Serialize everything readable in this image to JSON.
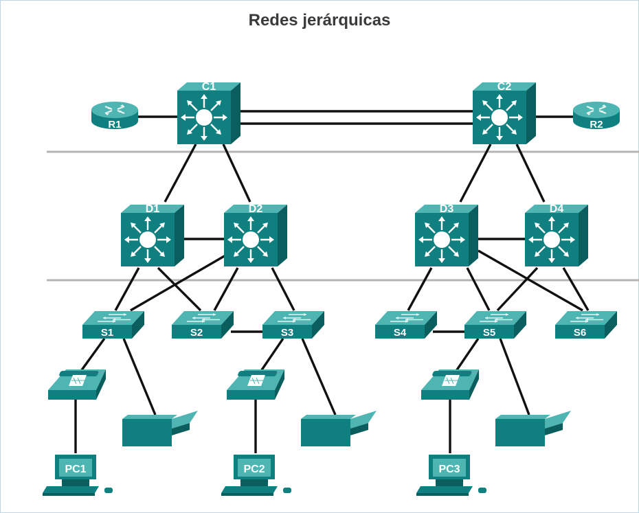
{
  "title": "Redes jerárquicas",
  "colors": {
    "device_front": "#0f7f7f",
    "device_top": "#4fb5b2",
    "device_side": "#0a5e5e",
    "link": "#111111",
    "layer_divider": "#b4b4b4"
  },
  "nodes": {
    "routers": [
      {
        "id": "R1",
        "label": "R1"
      },
      {
        "id": "R2",
        "label": "R2"
      }
    ],
    "core": [
      {
        "id": "C1",
        "label": "C1"
      },
      {
        "id": "C2",
        "label": "C2"
      }
    ],
    "distribution": [
      {
        "id": "D1",
        "label": "D1"
      },
      {
        "id": "D2",
        "label": "D2"
      },
      {
        "id": "D3",
        "label": "D3"
      },
      {
        "id": "D4",
        "label": "D4"
      }
    ],
    "access": [
      {
        "id": "S1",
        "label": "S1"
      },
      {
        "id": "S2",
        "label": "S2"
      },
      {
        "id": "S3",
        "label": "S3"
      },
      {
        "id": "S4",
        "label": "S4"
      },
      {
        "id": "S5",
        "label": "S5"
      },
      {
        "id": "S6",
        "label": "S6"
      }
    ],
    "phones": [
      {
        "id": "phone1",
        "icon": "ip-phone-icon"
      },
      {
        "id": "phone2",
        "icon": "ip-phone-icon"
      },
      {
        "id": "phone3",
        "icon": "ip-phone-icon"
      }
    ],
    "printers": [
      {
        "id": "printer1",
        "icon": "printer-icon"
      },
      {
        "id": "printer2",
        "icon": "printer-icon"
      },
      {
        "id": "printer3",
        "icon": "printer-icon"
      }
    ],
    "pcs": [
      {
        "id": "PC1",
        "label": "PC1"
      },
      {
        "id": "PC2",
        "label": "PC2"
      },
      {
        "id": "PC3",
        "label": "PC3"
      }
    ]
  },
  "links": [
    [
      "R1",
      "C1"
    ],
    [
      "C1",
      "C2"
    ],
    [
      "C1",
      "C2"
    ],
    [
      "C2",
      "R2"
    ],
    [
      "C1",
      "D1"
    ],
    [
      "C1",
      "D2"
    ],
    [
      "C2",
      "D3"
    ],
    [
      "C2",
      "D4"
    ],
    [
      "D1",
      "D2"
    ],
    [
      "D3",
      "D4"
    ],
    [
      "D1",
      "S1"
    ],
    [
      "D1",
      "S2"
    ],
    [
      "D2",
      "S1"
    ],
    [
      "D2",
      "S2"
    ],
    [
      "D2",
      "S3"
    ],
    [
      "D3",
      "S4"
    ],
    [
      "D3",
      "S5"
    ],
    [
      "D3",
      "S6"
    ],
    [
      "D4",
      "S5"
    ],
    [
      "D4",
      "S6"
    ],
    [
      "S2",
      "S3"
    ],
    [
      "S4",
      "S5"
    ],
    [
      "S1",
      "phone1"
    ],
    [
      "S1",
      "printer1"
    ],
    [
      "S3",
      "phone2"
    ],
    [
      "S3",
      "printer2"
    ],
    [
      "S5",
      "phone3"
    ],
    [
      "S5",
      "printer3"
    ],
    [
      "phone1",
      "PC1"
    ],
    [
      "phone2",
      "PC2"
    ],
    [
      "phone3",
      "PC3"
    ]
  ]
}
